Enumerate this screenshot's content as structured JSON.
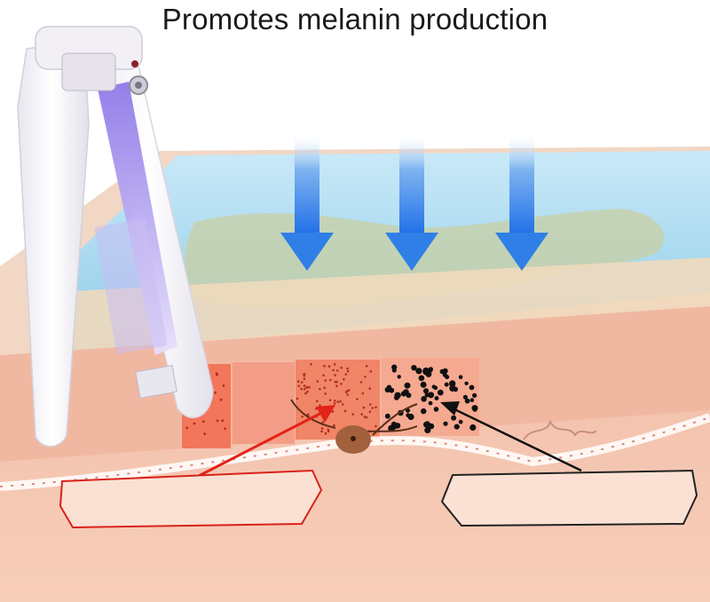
{
  "headline": "Promotes melanin production",
  "colors": {
    "water": "#9fd3ee",
    "uv_arrow": "#2f7fe6",
    "skin": "#f6c9b3",
    "dermis": "#efb49d",
    "melanocyte": "#9a5a3a",
    "melanin_dot": "#111111",
    "red_pointer": "#e2231a",
    "black_pointer": "#111111",
    "device_body": "#f7f5fa",
    "uv_light": "#b9a6f0"
  },
  "icons": [
    "uv-sanitizer-device",
    "uv-ray-arrow",
    "melanocyte-cell",
    "melanin-granules",
    "skin-cross-section"
  ]
}
